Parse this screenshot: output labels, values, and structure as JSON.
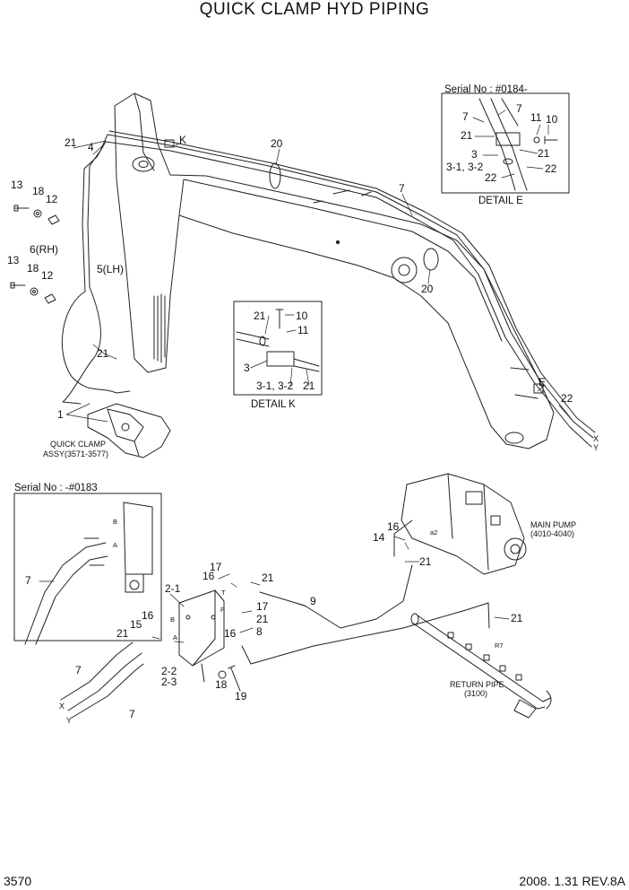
{
  "title": "QUICK CLAMP HYD PIPING",
  "page_number": "3570",
  "revision": "2008. 1.31  REV.8A",
  "serial_top": "Serial No : #0184-",
  "serial_left": "Serial No : -#0183",
  "detail_e": "DETAIL  E",
  "detail_k": "DETAIL  K",
  "quick_clamp_line1": "QUICK CLAMP",
  "quick_clamp_line2": "ASSY(3571-3577)",
  "main_pump_line1": "MAIN PUMP",
  "main_pump_line2": "(4010-4040)",
  "return_pipe_line1": "RETURN PIPE",
  "return_pipe_line2": "(3100)",
  "callout_e": "E",
  "callout_k": "K",
  "marks": {
    "x": "X",
    "y": "Y",
    "a": "A",
    "b": "B",
    "p": "P",
    "t": "T",
    "a2": "a2",
    "r7": "R7"
  },
  "parts": {
    "p1": "1",
    "p2_1": "2-1",
    "p2_2": "2-2",
    "p2_3": "2-3",
    "p3": "3",
    "p3_1_3_2": "3-1, 3-2",
    "p4": "4",
    "p5lh": "5(LH)",
    "p6rh": "6(RH)",
    "p7": "7",
    "p8": "8",
    "p9": "9",
    "p10": "10",
    "p11": "11",
    "p12": "12",
    "p13": "13",
    "p14": "14",
    "p15": "15",
    "p16": "16",
    "p17": "17",
    "p18": "18",
    "p19": "19",
    "p20": "20",
    "p21": "21",
    "p22": "22"
  }
}
